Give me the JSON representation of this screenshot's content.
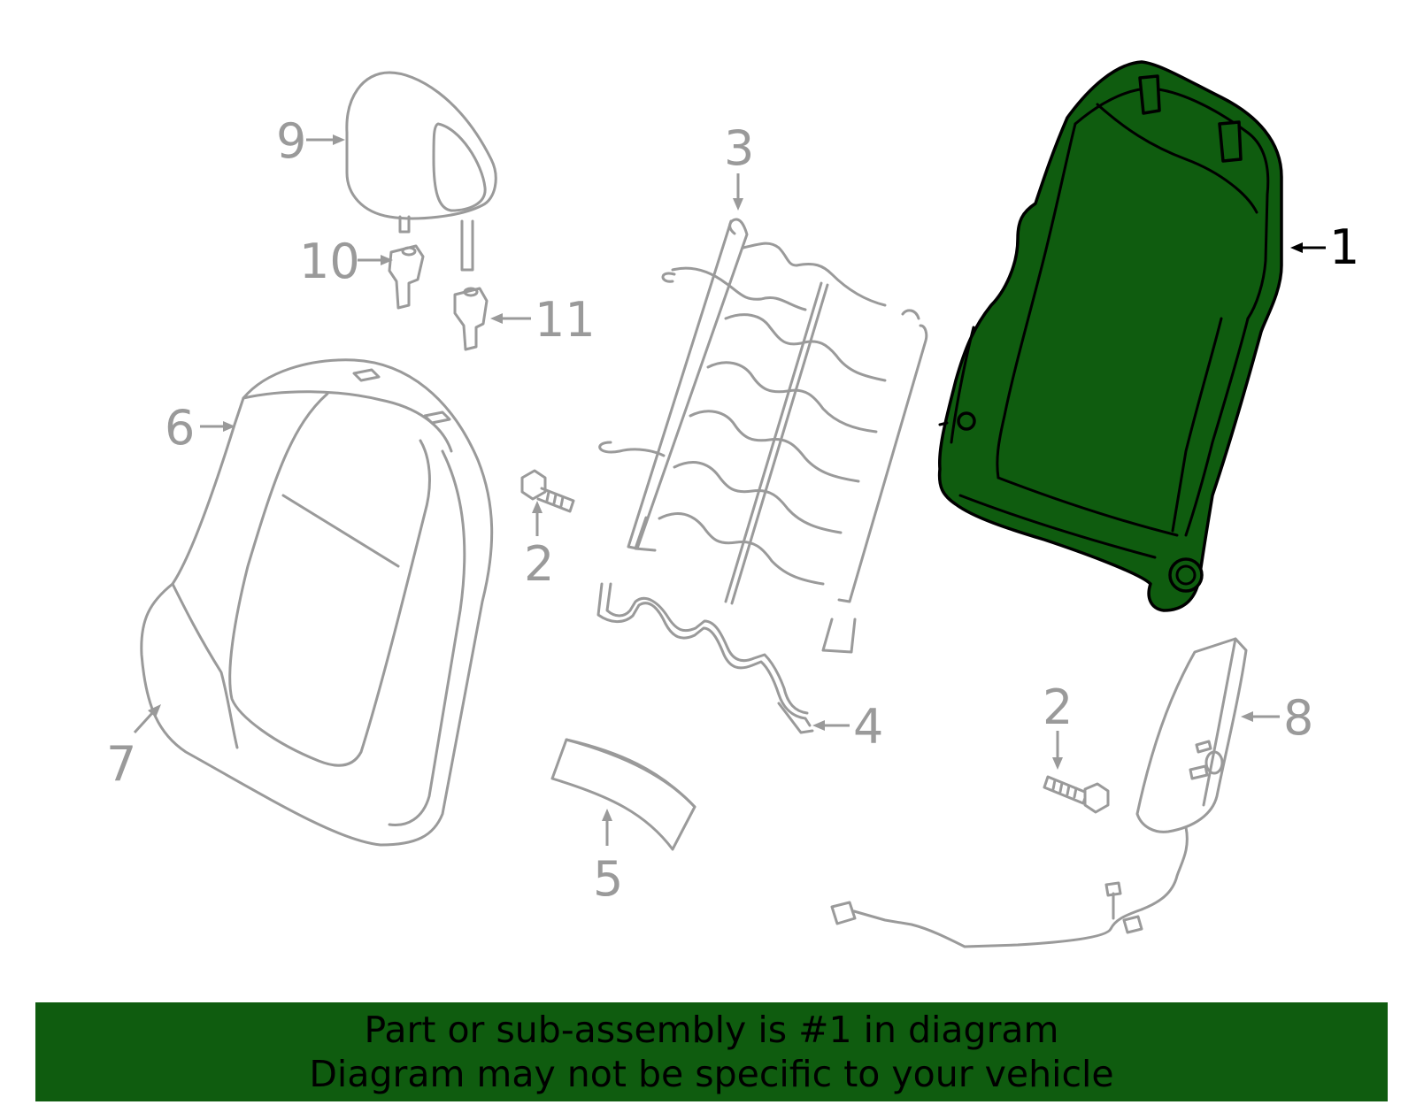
{
  "diagram": {
    "highlighted_part": "1",
    "highlight_color": "#0f5c0f",
    "part_color": "#9a9a9a",
    "callouts": [
      {
        "id": "1",
        "label": "1"
      },
      {
        "id": "2a",
        "label": "2"
      },
      {
        "id": "2b",
        "label": "2"
      },
      {
        "id": "3",
        "label": "3"
      },
      {
        "id": "4",
        "label": "4"
      },
      {
        "id": "5",
        "label": "5"
      },
      {
        "id": "6",
        "label": "6"
      },
      {
        "id": "7",
        "label": "7"
      },
      {
        "id": "8",
        "label": "8"
      },
      {
        "id": "9",
        "label": "9"
      },
      {
        "id": "10",
        "label": "10"
      },
      {
        "id": "11",
        "label": "11"
      }
    ]
  },
  "banner": {
    "line1": "Part or sub-assembly is #1 in diagram",
    "line2": "Diagram may not be specific to your vehicle",
    "background": "#0f5c0f"
  }
}
